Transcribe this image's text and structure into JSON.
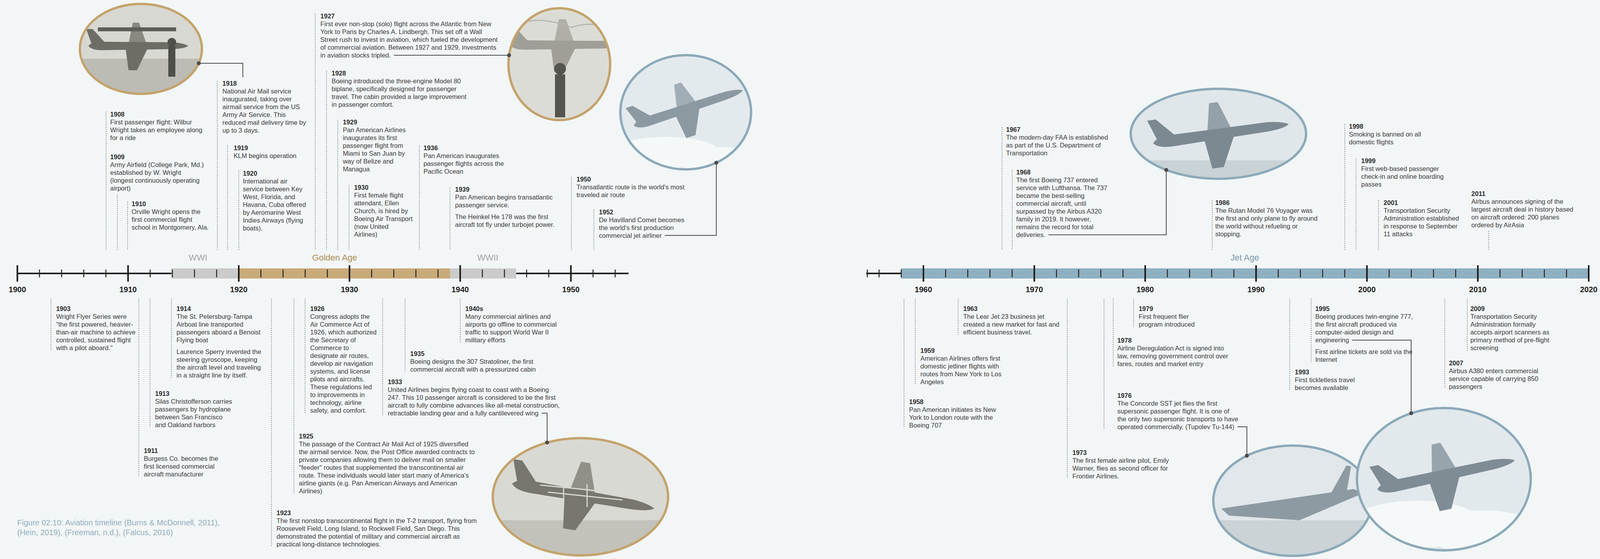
{
  "diagram": {
    "caption": "Figure 02:10: Aviation timeline (Burns & McDonnell, 2011), (Hein, 2019), (Freeman, n.d.), (Falcus, 2016)",
    "nodes": [
      {
        "text": [
          "WWI"
        ]
      },
      {
        "text": [
          "Golden Age"
        ]
      },
      {
        "text": [
          "WWII"
        ]
      },
      {
        "text": [
          "Jet Age"
        ]
      }
    ],
    "labels": [
      "1903",
      "Wright Flyer Series were \"the first powered, heavier-than-air machine to achieve controlled, sustained flight with a pilot aboard.\"",
      "1908",
      "First passenger flight: Wilbur Wright takes an employee along for a ride",
      "1909",
      "Army Airfield (College Park, Md.) established by W. Wright (longest continuously operating airport)",
      "1910",
      "Orville Wright opens the first commercial flight school in Montgomery, Ala.",
      "1911",
      "Burgess Co. becomes the first licensed commercial aircraft manufacturer",
      "1913",
      "Silas Christofferson carries passengers by hydroplane between San Francisco and Oakland harbors",
      "1914",
      "The St. Petersburg-Tampa Airboat line transported passengers aboard a Benoist Flying boat",
      "Laurence Sperry invented the steering gyroscope, keeping the aircraft level and traveling in a straight line by itself.",
      "1918",
      "National Air Mail service inaugurated, taking over airmail service from the US Army Air Service. This reduced mail delivery time by up to 3 days.",
      "1919",
      "KLM begins operation",
      "1920",
      "International air service between Key West, Florida, and Havana, Cuba offered by Aeromarine West Indies Airways (flying boats).",
      "1923",
      "The first nonstop transcontinental flight in the T-2 transport, flying from Roosevelt Field, Long Island, to Rockwell Field, San Diego. This demonstrated the potential of military and commercial aircraft as practical long-distance technologies.",
      "1925",
      "The passage of the Contract Air Mail Act of 1925 diversified the airmail service. Now, the Post Office awarded contracts to private companies allowing them to deliver mail on smaller \"feeder\" routes that supplemented the transcontinental air route. These individuals would later start many of America's airline giants (e.g. Pan American Airways and American Airlines)",
      "1926",
      "Congress adopts the Air Commerce Act of 1926, which authorized the Secretary of Commerce to designate air routes, develop air navigation systems, and license pilots and aircrafts. These regulations led to improvements in technology, airline safety, and comfort.",
      "1927",
      "First ever non-stop (solo) flight across the Atlantic from New York to Paris by Charles A. Lindbergh. This set off a Wall Street rush to invest in aviation, which fueled the development of commercial aviation. Between 1927 and 1929, investments in aviation stocks tripled.",
      "1928",
      "Boeing introduced the three-engine Model 80 biplane, specifically designed for passenger travel. The cabin provided a large improvement in passenger comfort.",
      "1929",
      "Pan American Airlines inaugurates its first passenger flight from Miami to San Juan by way of Belize and Managua",
      "1930",
      "First female flight attendant, Ellen Church, is hired by Boeing Air Transport (now United Airlines)",
      "1933",
      "United Airlines begins flying coast to coast with a Boeing 247. This 10 passenger aircraft is considered to be the first aircraft to fully combine advances like all-metal construction, retractable landing gear and a fully cantilevered wing",
      "1935",
      "Boeing designs the 307 Stratoliner, the first commercial aircraft with a pressurized cabin",
      "1936",
      "Pan American inaugurates passenger flights across the Pacific Ocean",
      "1939",
      "Pan American begins transatlantic passenger service.",
      "The Heinkel He 178 was the first aircraft tot fly under turbojet power.",
      "1940s",
      "Many commercial airlines and airports go offline to commercial traffic to support World War II military efforts",
      "1950",
      "Transatlantic route is the world's most traveled air route",
      "1952",
      "De Havilland Comet becomes the world's first production commercial jet airliner",
      "1958",
      "Pan American initiates its New York to London route with the Boeing 707",
      "1959",
      "American Airlines offers first domestic jetliner flights with routes from New York to Los Angeles",
      "1963",
      "The Lear Jet 23 business jet created a new market for fast and efficient business travel.",
      "1967",
      "The modern-day FAA is established as part of the U.S. Department of Transportation",
      "1968",
      "The first Boeing 737 entered service with Lufthansa. The 737 became the best-selling commercial aircraft, until surpassed by the Airbus A320 family in 2019. It however, remains the record for total deliveries.",
      "1973",
      "The first female airline pilot, Emily Warner, flies as second officer for Frontier Airlines.",
      "1976",
      "The Concorde SST jet flies the first supersonic passenger flight. It is one of the only two supersonic transports to have operated commercially. (Tupolev Tu-144)",
      "1978",
      "Airline Deregulation Act is signed into law, removing government control over fares, routes and market entry",
      "1979",
      "First frequent flier program introduced",
      "1986",
      "The Rutan Model 76 Voyager was the first and only plane to fly around the world without refueling or stopping.",
      "1993",
      "First tickletless travel becomes available",
      "1995",
      "Boeing produces twin-engine 777, the first aircraft produced via computer-aided design and engineering",
      "First airline tickets are sold via the Internet",
      "1998",
      "Smoking is banned on all domestic flights",
      "1999",
      "First web-based passenger check-in and online boarding passes",
      "2001",
      "Transportation Security Administration established in response to September 11 attacks",
      "2007",
      "Airbus A380 enters commercial service capable of carrying 850 passengers",
      "2009",
      "Transportation Security Administration formally accepts airport scanners as primary method of pre-flight screening",
      "2011",
      "Airbus announces signing of the largest aircraft deal in history based on aircraft ordered: 200 planes ordered by AirAsia",
      "1900",
      "1910",
      "1920",
      "1930",
      "1940",
      "1950",
      "1960",
      "1970",
      "1980",
      "1990",
      "2000",
      "2010",
      "2020"
    ]
  }
}
